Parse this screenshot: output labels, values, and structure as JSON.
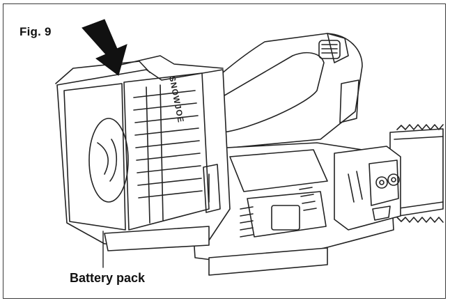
{
  "figure": {
    "label": "Fig. 9",
    "callout": "Battery pack",
    "brand_mark": "SNOWJOE"
  },
  "icons": {
    "arrow": "insert-direction-arrow",
    "product": "cordless-chainsaw-illustration"
  }
}
